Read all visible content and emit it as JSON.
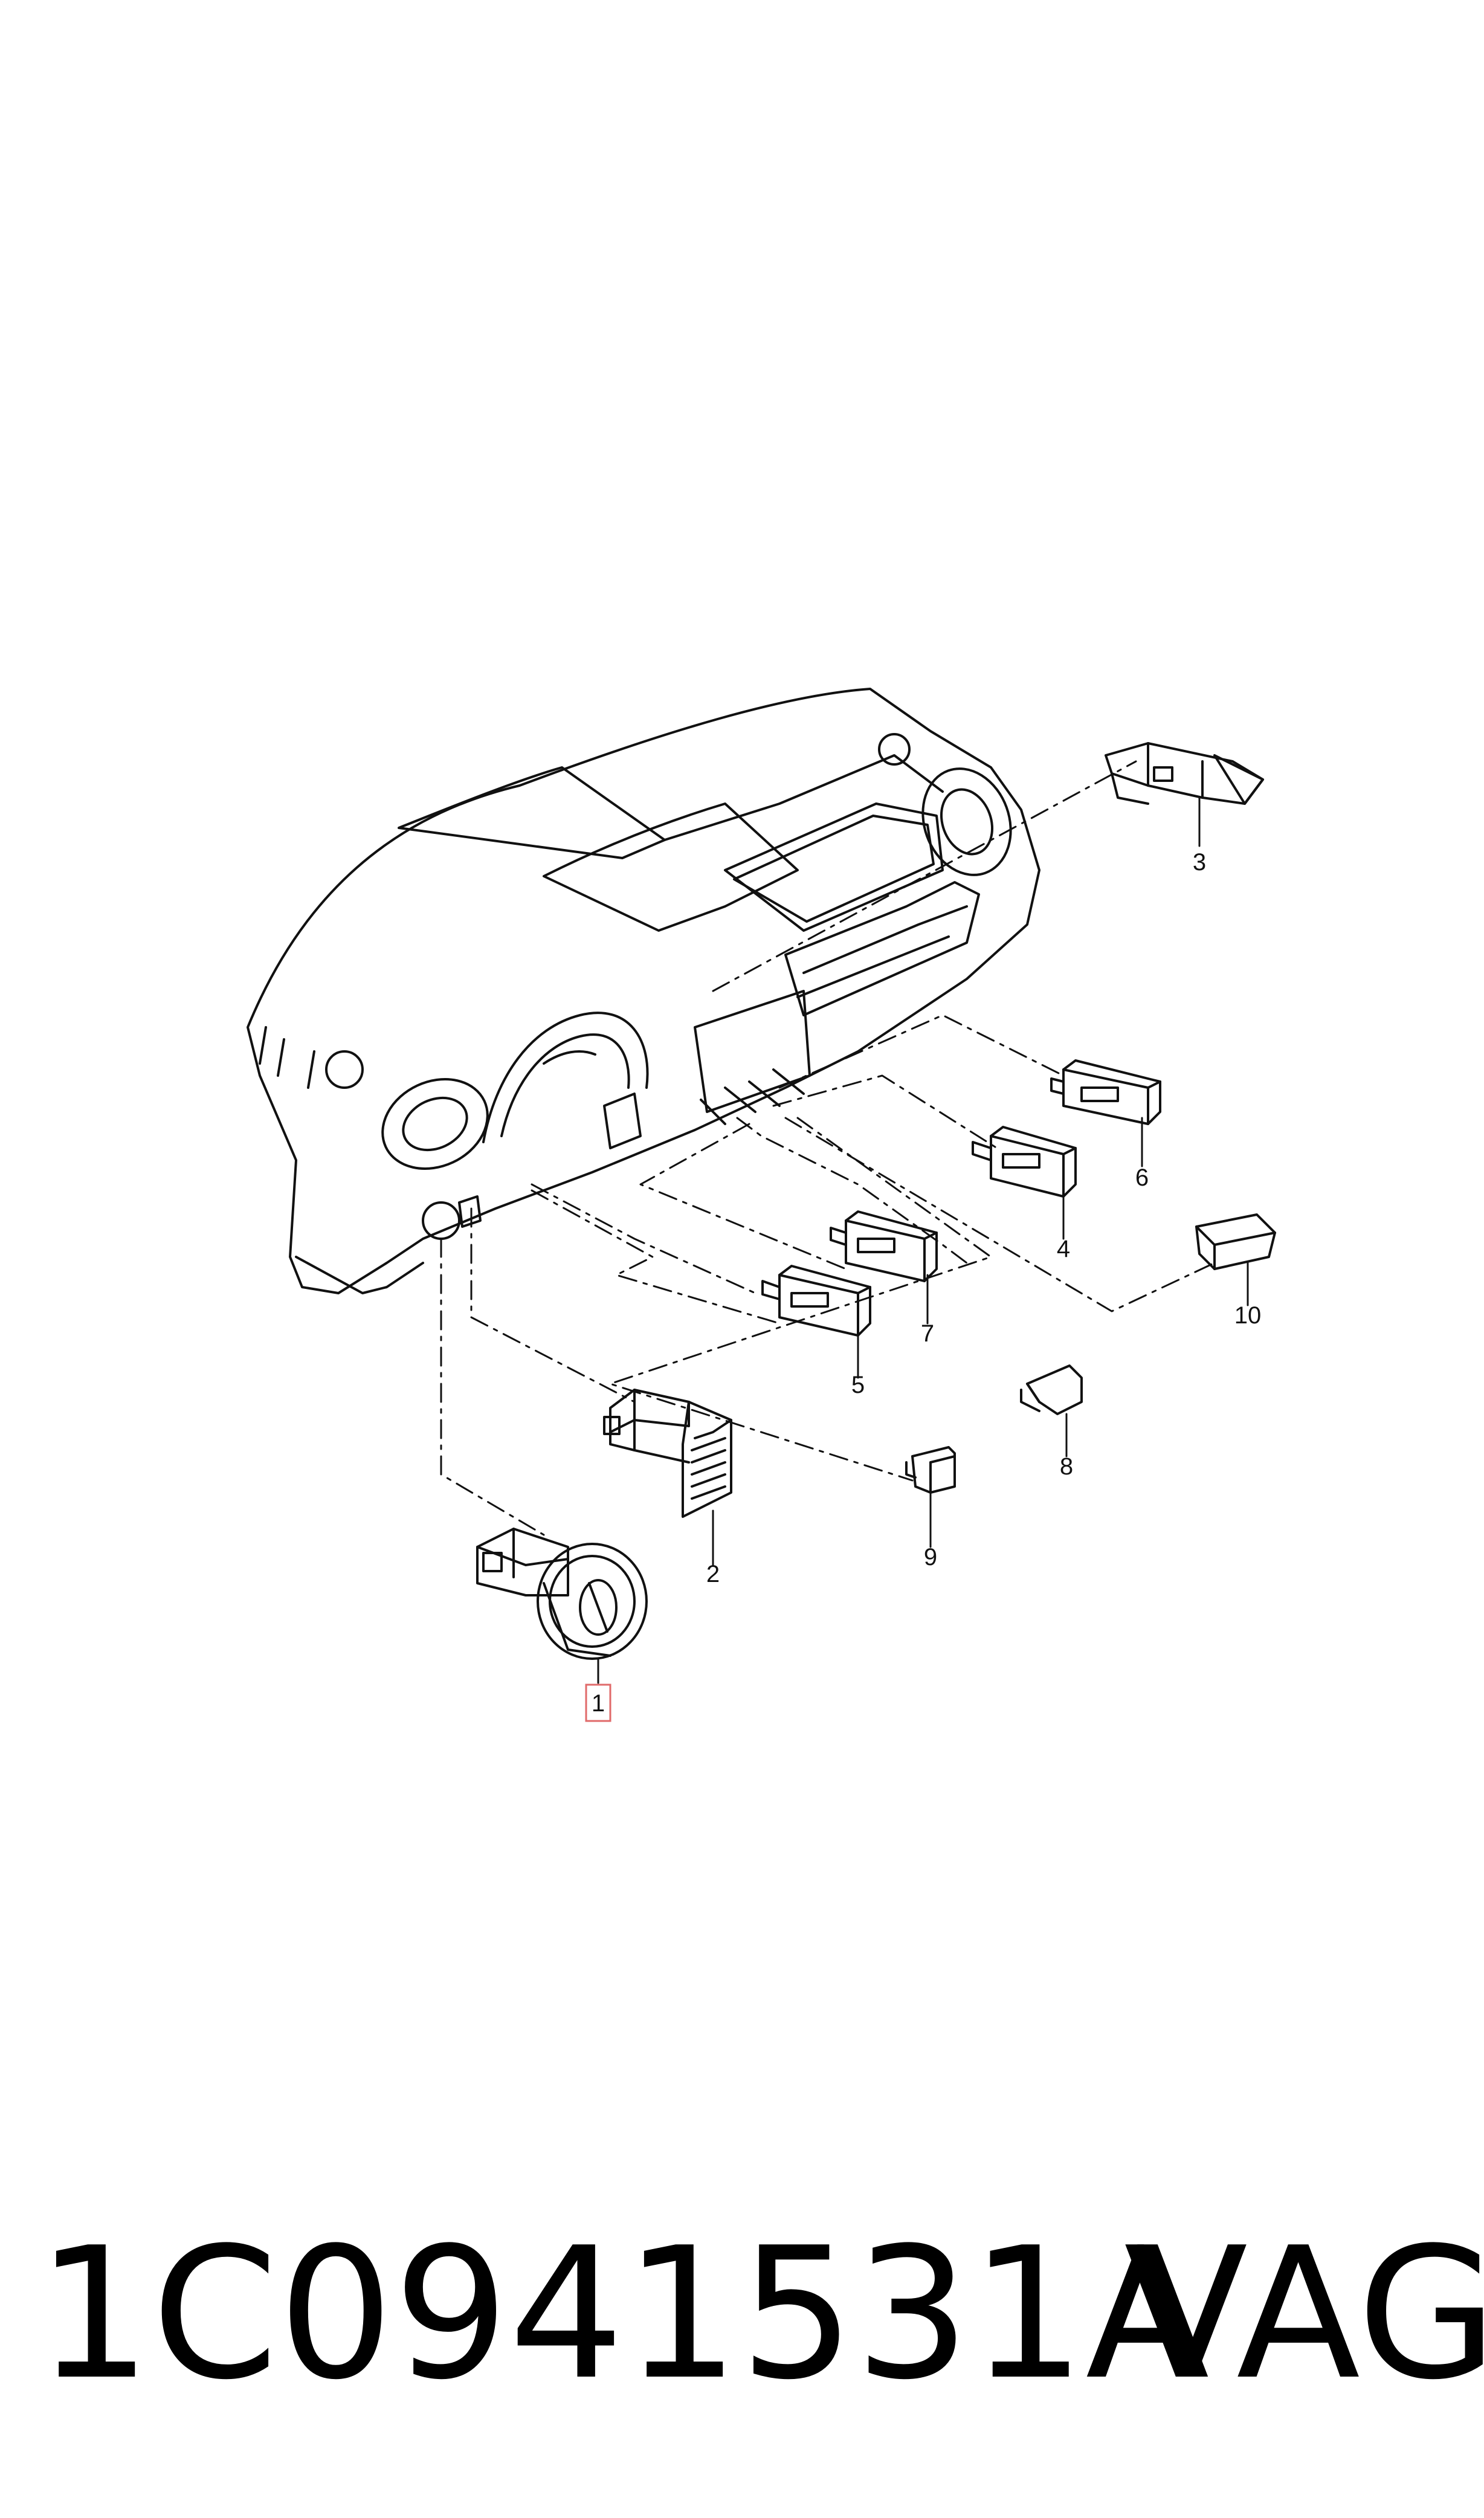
{
  "diagram": {
    "callouts": [
      {
        "id": "1",
        "label": "1",
        "highlighted": true
      },
      {
        "id": "2",
        "label": "2"
      },
      {
        "id": "3",
        "label": "3"
      },
      {
        "id": "4",
        "label": "4"
      },
      {
        "id": "5",
        "label": "5"
      },
      {
        "id": "6",
        "label": "6"
      },
      {
        "id": "7",
        "label": "7"
      },
      {
        "id": "8",
        "label": "8"
      },
      {
        "id": "9",
        "label": "9"
      },
      {
        "id": "10",
        "label": "10"
      }
    ],
    "highlight_color": "#e06a6a",
    "line_color": "#111111"
  },
  "footer": {
    "part_number": "1C0941531A",
    "brand": "VAG"
  }
}
